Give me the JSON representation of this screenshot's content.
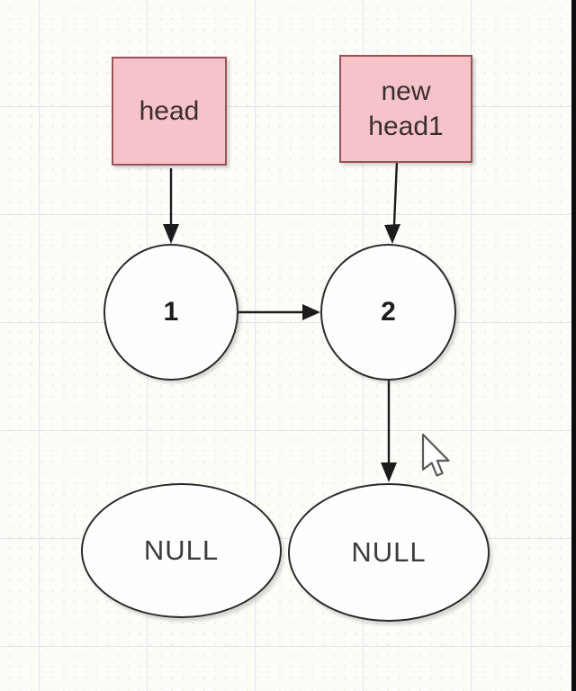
{
  "colors": {
    "canvas-bg": "#fcfcf8",
    "grid-major": "#e3e3ed",
    "grid-minor": "#efefdc",
    "box-fill": "#f5c3c9",
    "box-stroke": "#9a5157",
    "box-text": "#3a2e30",
    "shape-fill": "#fefefe",
    "shape-stroke": "#2b2b2b",
    "node-text": "#1d1d1d",
    "null-text": "#3c3c3c",
    "arrow": "#1c1c1c",
    "edge-strip": "#0d0d0d"
  },
  "diagram": {
    "pointers": [
      {
        "id": "head",
        "label": "head"
      },
      {
        "id": "new-head1",
        "label": "new head1"
      }
    ],
    "nodes": [
      {
        "id": "node-1",
        "label": "1"
      },
      {
        "id": "node-2",
        "label": "2"
      }
    ],
    "terminals": [
      {
        "id": "null-1",
        "label": "NULL"
      },
      {
        "id": "null-2",
        "label": "NULL"
      }
    ],
    "connections": [
      {
        "from": "head",
        "to": "node-1"
      },
      {
        "from": "new-head1",
        "to": "node-2"
      },
      {
        "from": "node-1",
        "to": "node-2"
      },
      {
        "from": "node-2",
        "to": "null-2"
      }
    ]
  },
  "cursor": {
    "icon": "arrow-pointer"
  }
}
